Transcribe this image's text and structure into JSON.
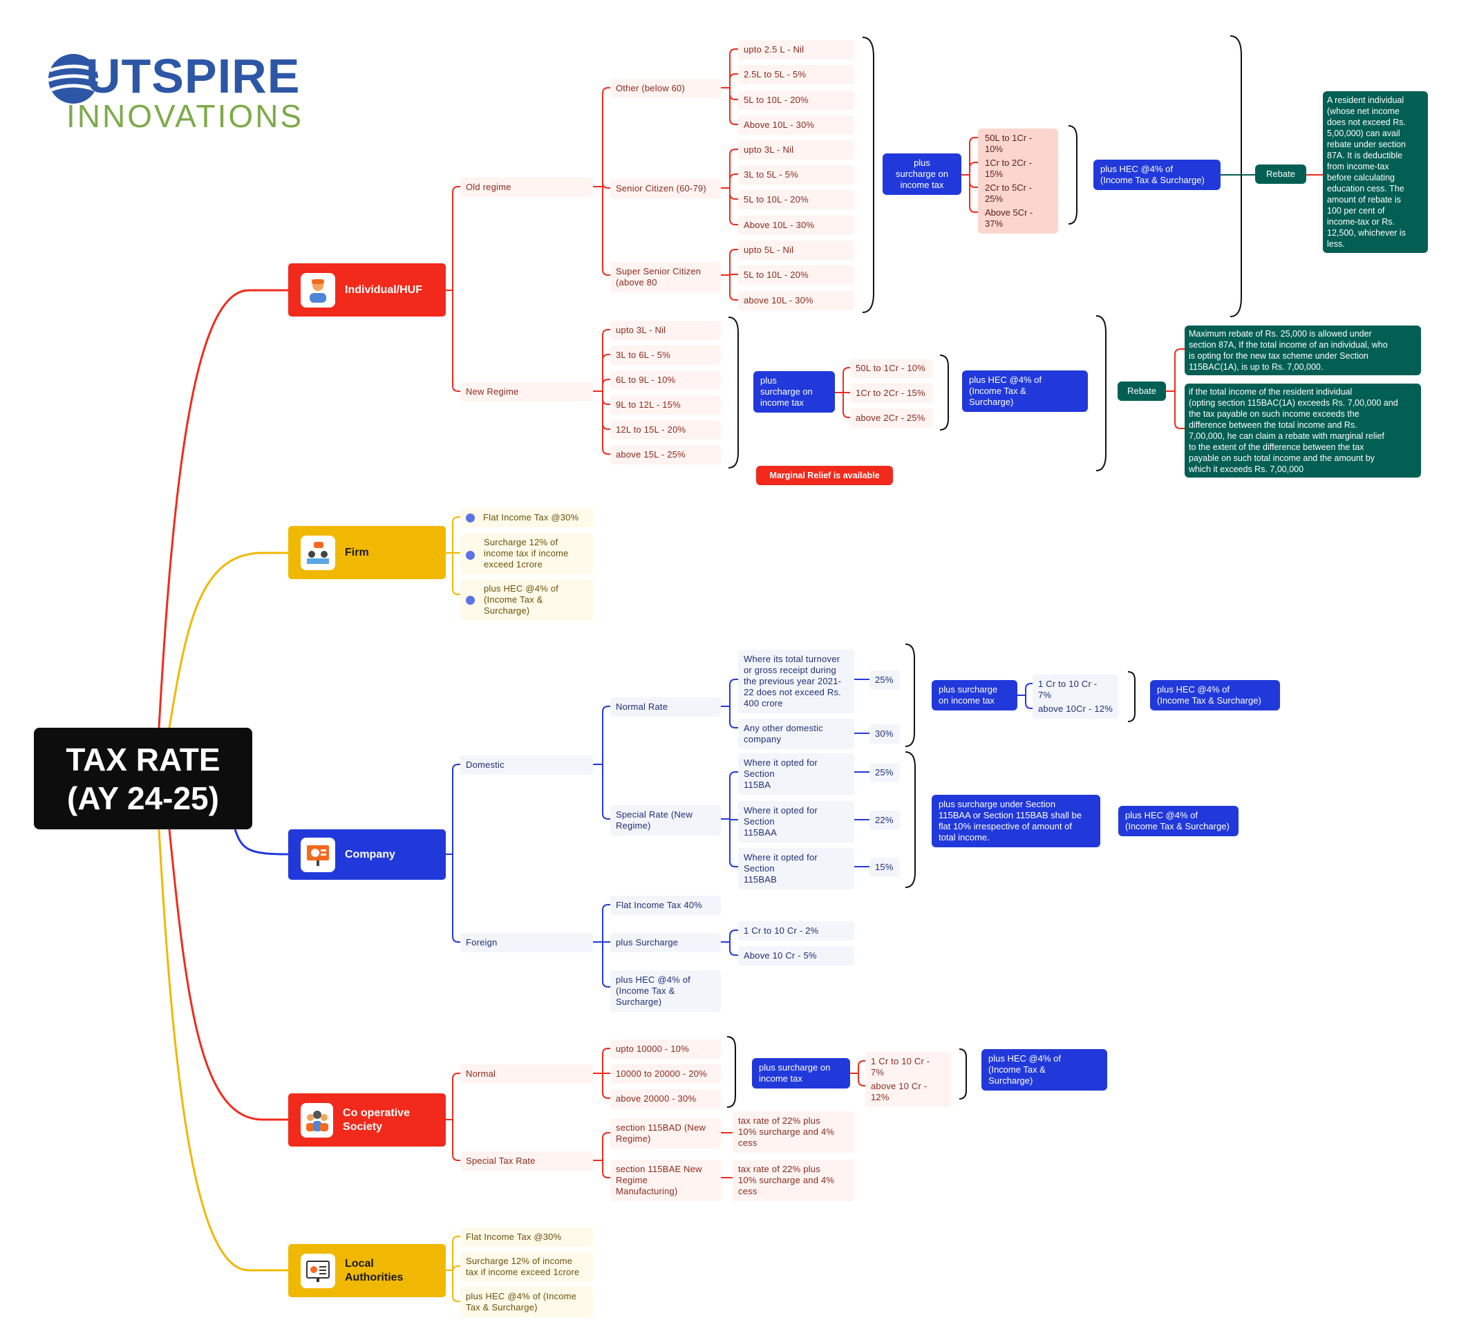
{
  "logo": {
    "line1": "UTSPIRE",
    "line2": "INNOVATIONS"
  },
  "root": {
    "line1": "TAX RATE",
    "line2": "(AY 24-25)"
  },
  "categories": {
    "individual": "Individual/HUF",
    "firm": "Firm",
    "company": "Company",
    "coop": "Co operative Society",
    "local": "Local Authorities"
  },
  "individual": {
    "old_regime": "Old regime",
    "new_regime": "New Regime",
    "other": "Other  (below 60)",
    "other_slabs": [
      "upto 2.5 L - Nil",
      "2.5L to 5L - 5%",
      "5L to  10L - 20%",
      "Above  10L - 30%"
    ],
    "senior": "Senior Citizen  (60-79)",
    "senior_slabs": [
      "upto 3L - Nil",
      "3L to 5L - 5%",
      "5L to  10L - 20%",
      "Above  10L - 30%"
    ],
    "super_senior": [
      "Super Senior Citizen",
      "(above  80"
    ],
    "super_slabs": [
      "upto 5L - Nil",
      "5L to 10L - 20%",
      "above  10L - 30%"
    ],
    "old_surcharge": [
      "plus",
      "surcharge on",
      "income tax"
    ],
    "old_surcharge_slabs": [
      "50L to 1Cr - 10%",
      "1Cr to 2Cr - 15%",
      "2Cr to 5Cr - 25%",
      "Above  5Cr - 37%"
    ],
    "old_hec": [
      "plus HEC @4% of",
      "(Income Tax & Surcharge)"
    ],
    "rebate": "Rebate",
    "old_rebate_text": [
      "A resident individual",
      "(whose net income",
      "does not exceed Rs.",
      "5,00,000) can avail",
      "rebate under section",
      "87A. It is deductible",
      "from income-tax",
      "before calculating",
      "education cess. The",
      "amount of rebate is",
      "100 per cent of",
      "income-tax or Rs.",
      "12,500, whichever is",
      "less."
    ],
    "new_slabs": [
      "upto 3L - Nil",
      "3L to 6L - 5%",
      "6L to 9L - 10%",
      "9L to 12L - 15%",
      "12L to 15L - 20%",
      "above  15L - 25%"
    ],
    "new_surcharge": [
      "plus",
      "surcharge on",
      "income tax"
    ],
    "new_surcharge_slabs": [
      "50L to 1Cr - 10%",
      "1Cr to 2Cr - 15%",
      "above  2Cr - 25%"
    ],
    "new_hec": [
      "plus HEC @4% of",
      "(Income Tax &",
      "Surcharge)"
    ],
    "marginal": "Marginal Relief is available",
    "new_rebate_text1": [
      "Maximum rebate  of Rs. 25,000 is allowed under",
      "section 87A, If the total income of an individual,  who",
      "is opting for the new tax scheme under Section",
      "115BAC(1A), is up to Rs. 7,00,000."
    ],
    "new_rebate_text2": [
      " if the total income of the resident individual",
      "(opting section 115BAC(1A) exceeds Rs. 7,00,000 and",
      "the tax payable on such income exceeds the",
      "difference between the total income and Rs.",
      "7,00,000, he can claim a rebate  with marginal relief",
      "to the extent of the difference between  the tax",
      "payable  on such total income and the amount  by",
      "which  it exceeds Rs. 7,00,000"
    ]
  },
  "firm": {
    "items": [
      [
        "Flat Income Tax @30%"
      ],
      [
        "Surcharge  12% of",
        "income tax if income",
        "exceed 1crore"
      ],
      [
        "plus HEC @4% of",
        "(Income Tax &",
        "Surcharge)"
      ]
    ]
  },
  "company": {
    "domestic": "Domestic",
    "normal": "Normal  Rate",
    "normal_a": [
      "Where its total turnover",
      "or gross receipt during",
      "the previous  year 2021-",
      "22 does not exceed Rs.",
      "400 crore"
    ],
    "normal_a_rate": "25%",
    "normal_b": [
      "Any other domestic",
      "company"
    ],
    "normal_b_rate": "30%",
    "normal_surcharge": [
      "plus surcharge",
      "on income tax"
    ],
    "normal_surcharge_slabs": [
      "1 Cr to 10 Cr - 7%",
      "above  10Cr - 12%"
    ],
    "normal_hec": [
      "plus HEC @4% of",
      "(Income Tax & Surcharge)"
    ],
    "special": [
      "Special Rate (New",
      "Regime)"
    ],
    "special_a": [
      "Where it opted for",
      "Section",
      "115BA"
    ],
    "special_a_rate": "25%",
    "special_b": [
      "Where it opted for",
      "Section",
      "115BAA"
    ],
    "special_b_rate": "22%",
    "special_c": [
      "Where it opted for",
      "Section",
      "115BAB"
    ],
    "special_c_rate": "15%",
    "special_surcharge": [
      "plus surcharge  under Section",
      "115BAA or Section 115BAB shall be",
      "flat 10% irrespective  of amount of",
      "total income."
    ],
    "special_hec": [
      "plus HEC @4% of",
      "(Income Tax & Surcharge)"
    ],
    "foreign": "Foreign",
    "foreign_flat": "Flat Income Tax 40%",
    "foreign_surcharge": "plus  Surcharge",
    "foreign_surcharge_slabs": [
      "1 Cr to 10 Cr - 2%",
      "Above  10 Cr - 5%"
    ],
    "foreign_hec": [
      "plus HEC @4% of",
      "(Income Tax &",
      "Surcharge)"
    ]
  },
  "coop": {
    "normal": "Normal",
    "normal_slabs": [
      "upto 10000 - 10%",
      "10000 to 20000 - 20%",
      "above  20000 - 30%"
    ],
    "surcharge": [
      "plus surcharge on",
      "income tax"
    ],
    "surcharge_slabs": [
      "1 Cr to 10 Cr - 7%",
      "above 10 Cr - 12%"
    ],
    "hec": [
      "plus HEC @4% of",
      "(Income Tax &",
      "Surcharge)"
    ],
    "special": "Special Tax Rate",
    "bad": [
      "section  115BAD (New",
      "Regime)"
    ],
    "bad_rate": [
      "tax rate of  22%  plus",
      "10% surcharge  and 4%",
      "cess"
    ],
    "bae": [
      "section  115BAE New",
      "Regime",
      "Manufacturing)"
    ],
    "bae_rate": [
      "tax rate of  22%  plus",
      "10% surcharge  and 4%",
      "cess"
    ]
  },
  "local": {
    "items": [
      [
        "Flat Income Tax @30%"
      ],
      [
        "Surcharge  12% of income",
        "tax if income exceed  1crore"
      ],
      [
        "plus HEC @4% of (Income",
        "Tax & Surcharge)"
      ]
    ]
  },
  "colors": {
    "red": "#f12a1b",
    "yellow": "#f0b800",
    "blue": "#2139db",
    "teal": "#035f53",
    "black": "#0d0d0d"
  }
}
